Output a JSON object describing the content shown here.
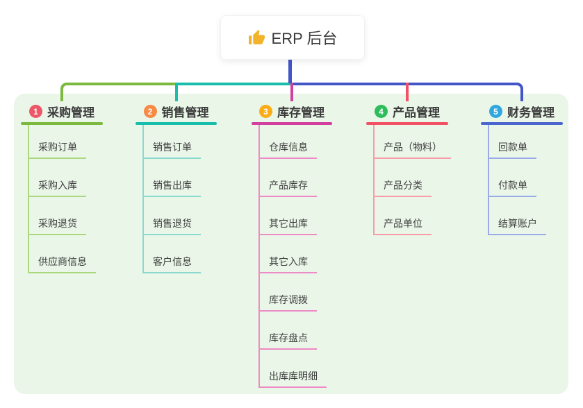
{
  "root": {
    "title": "ERP 后台",
    "icon": "thumbs-up-icon"
  },
  "panel": {
    "bg": "#eaf6e8"
  },
  "connectors": {
    "trunk_color": "#4356c6"
  },
  "branches": [
    {
      "badge": "1",
      "badge_color": "#ee5767",
      "title": "采购管理",
      "color": "#7cb93f",
      "light_color": "#abd77f",
      "children": [
        "采购订单",
        "采购入库",
        "采购退货",
        "供应商信息"
      ]
    },
    {
      "badge": "2",
      "badge_color": "#f78a45",
      "title": "销售管理",
      "color": "#19bdac",
      "light_color": "#8ad9cf",
      "children": [
        "销售订单",
        "销售出库",
        "销售退货",
        "客户信息"
      ]
    },
    {
      "badge": "3",
      "badge_color": "#fbad18",
      "title": "库存管理",
      "color": "#d23f9e",
      "light_color": "#ee8ac6",
      "children": [
        "仓库信息",
        "产品库存",
        "其它出库",
        "其它入库",
        "库存调拨",
        "库存盘点",
        "出库库明细"
      ]
    },
    {
      "badge": "4",
      "badge_color": "#2fbd5c",
      "title": "产品管理",
      "color": "#f15065",
      "light_color": "#f99ca8",
      "children": [
        "产品（物料）",
        "产品分类",
        "产品单位"
      ]
    },
    {
      "badge": "5",
      "badge_color": "#30a7de",
      "title": "财务管理",
      "color": "#4b66cf",
      "light_color": "#9aabe8",
      "children": [
        "回款单",
        "付款单",
        "结算账户"
      ]
    }
  ]
}
